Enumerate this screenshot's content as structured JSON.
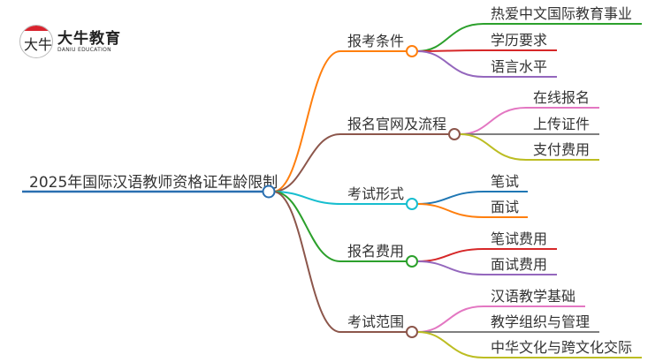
{
  "logo": {
    "mark": "大牛",
    "name_cn": "大牛教育",
    "name_en": "DANIU EDUCATION"
  },
  "root": {
    "label": "2025年国际汉语教师资格证年龄限制",
    "color": "#2a6fb0"
  },
  "branches": [
    {
      "label": "报考条件",
      "color": "#ff7f0e",
      "children": [
        {
          "label": "热爱中文国际教育事业",
          "color": "#2ca02c"
        },
        {
          "label": "学历要求",
          "color": "#d62728"
        },
        {
          "label": "语言水平",
          "color": "#9467bd"
        }
      ]
    },
    {
      "label": "报名官网及流程",
      "color": "#8c564b",
      "children": [
        {
          "label": "在线报名",
          "color": "#e377c2"
        },
        {
          "label": "上传证件",
          "color": "#7f7f7f"
        },
        {
          "label": "支付费用",
          "color": "#bcbd22"
        }
      ]
    },
    {
      "label": "考试形式",
      "color": "#17becf",
      "children": [
        {
          "label": "笔试",
          "color": "#1f77b4"
        },
        {
          "label": "面试",
          "color": "#ff7f0e"
        }
      ]
    },
    {
      "label": "报名费用",
      "color": "#2ca02c",
      "children": [
        {
          "label": "笔试费用",
          "color": "#d62728"
        },
        {
          "label": "面试费用",
          "color": "#9467bd"
        }
      ]
    },
    {
      "label": "考试范围",
      "color": "#8c564b",
      "children": [
        {
          "label": "汉语教学基础",
          "color": "#e377c2"
        },
        {
          "label": "教学组织与管理",
          "color": "#7f7f7f"
        },
        {
          "label": "中华文化与跨文化交际",
          "color": "#bcbd22"
        }
      ]
    }
  ]
}
